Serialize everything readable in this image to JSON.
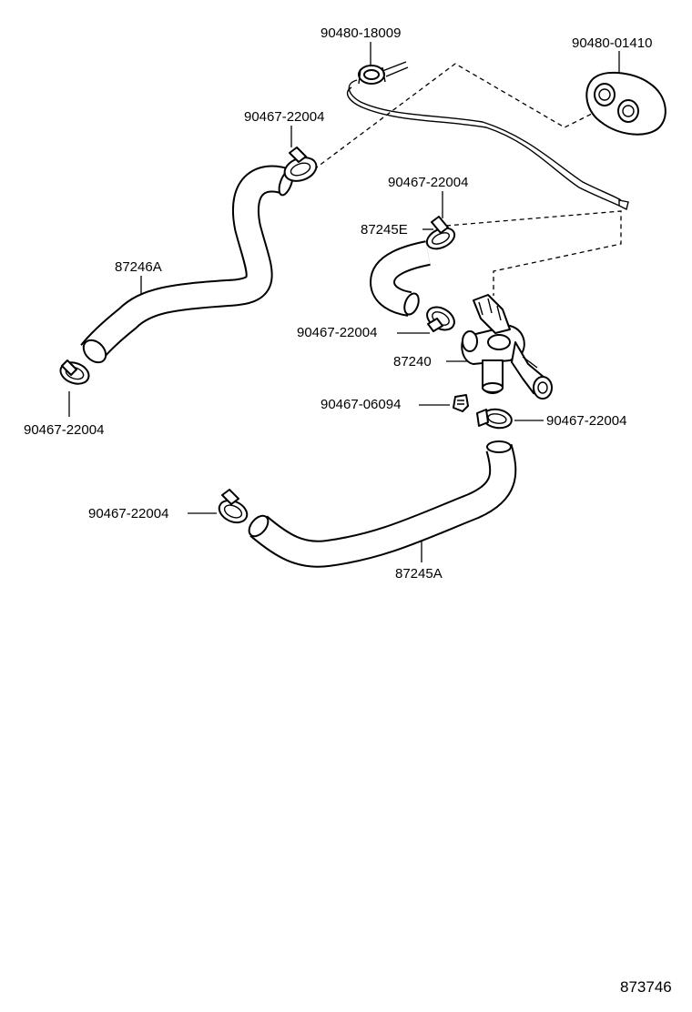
{
  "diagram": {
    "figure_number": "873746",
    "parts": {
      "grommet_top": "90480-18009",
      "grommet_right": "90480-01410",
      "clamp_upper_left": "90467-22004",
      "clamp_center": "90467-22004",
      "hose_e": "87245E",
      "hose_a_upper": "87246A",
      "clamp_valve": "90467-22004",
      "valve": "87240",
      "clamp_lower_left": "90467-22004",
      "clip": "90467-06094",
      "clamp_lower_right": "90467-22004",
      "clamp_bottom": "90467-22004",
      "hose_a_lower": "87245A"
    }
  }
}
